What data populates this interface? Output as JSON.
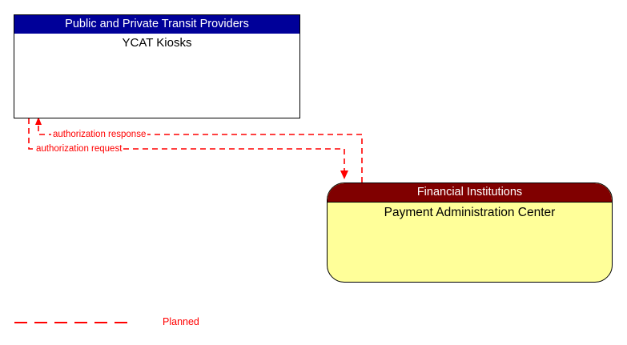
{
  "diagram": {
    "type": "architecture-interface-diagram",
    "background_color": "#ffffff",
    "flow_color": "#ff0000",
    "nodes": [
      {
        "id": "ycat-kiosks",
        "stereotype": "Public and Private Transit Providers",
        "name": "YCAT Kiosks",
        "header_color": "#000099",
        "header_text_color": "#ffffff",
        "body_color": "#ffffff",
        "border_color": "#000000",
        "shape": "rectangle"
      },
      {
        "id": "payment-administration-center",
        "stereotype": "Financial Institutions",
        "name": "Payment Administration Center",
        "header_color": "#800000",
        "header_text_color": "#ffffff",
        "body_color": "#ffff99",
        "border_color": "#000000",
        "shape": "rounded-rectangle"
      }
    ],
    "flows": [
      {
        "id": "authorization-response",
        "label": "authorization response",
        "from": "payment-administration-center",
        "to": "ycat-kiosks",
        "style": "dashed",
        "color": "#ff0000"
      },
      {
        "id": "authorization-request",
        "label": "authorization request",
        "from": "ycat-kiosks",
        "to": "payment-administration-center",
        "style": "dashed",
        "color": "#ff0000"
      }
    ]
  },
  "legend": {
    "items": [
      {
        "id": "planned",
        "label": "Planned",
        "line_style": "dashed",
        "color": "#ff0000"
      }
    ]
  }
}
